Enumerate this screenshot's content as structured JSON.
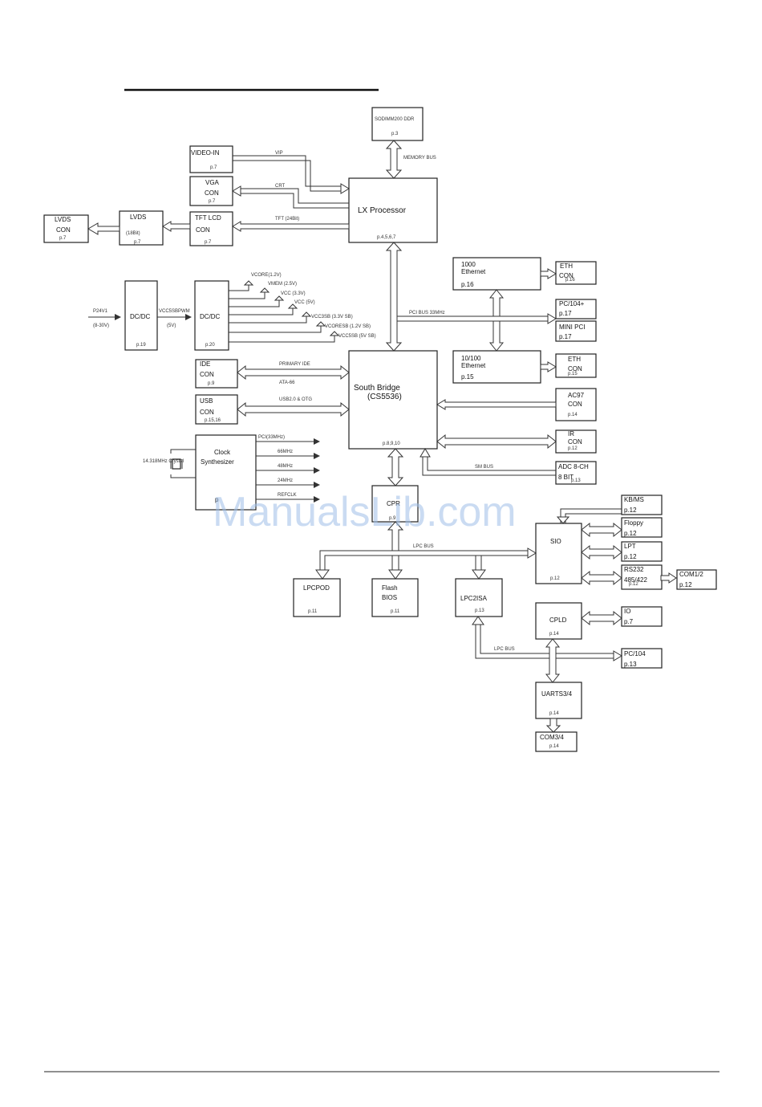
{
  "blocks": {
    "sodimm": {
      "name": "SODIMM200 DDR",
      "page": "p.3"
    },
    "video_in": {
      "name": "VIDEO-IN",
      "page": "p.7"
    },
    "vga": {
      "name": "VGA",
      "sub": "CON",
      "page": "p.7"
    },
    "tft_lcd": {
      "name": "TFT LCD",
      "sub": "CON",
      "page": "p.7"
    },
    "lvds": {
      "name": "LVDS",
      "sub": "(18Bit)",
      "page": "p.7"
    },
    "lvds_con": {
      "name": "LVDS",
      "sub": "CON",
      "page": "p.7"
    },
    "lx": {
      "name": "LX Processor",
      "page": "p.4,5,6,7"
    },
    "eth1000": {
      "name": "1000",
      "sub": "Ethernet",
      "page": "p.16"
    },
    "eth_con1": {
      "name": "ETH",
      "sub": "CON",
      "page": "p.16"
    },
    "pc104plus": {
      "name": "PC/104+",
      "page": "p.17"
    },
    "minipci": {
      "name": "MINI PCI",
      "page": "p.17"
    },
    "eth10100": {
      "name": "10/100",
      "sub": "Ethernet",
      "page": "p.15"
    },
    "eth_con2": {
      "name": "ETH",
      "sub": "CON",
      "page": "p.15"
    },
    "dcdc1": {
      "name": "DC/DC",
      "page": "p.19"
    },
    "dcdc2": {
      "name": "DC/DC",
      "page": "p.20"
    },
    "south": {
      "name": "South Bridge",
      "sub": "(CS5536)",
      "page": "p.8,9,10"
    },
    "ide": {
      "name": "IDE",
      "sub": "CON",
      "page": "p.9"
    },
    "usb": {
      "name": "USB",
      "sub": "CON",
      "page": "p.15,16"
    },
    "ac97": {
      "name": "AC97",
      "sub": "CON",
      "page": "p.14"
    },
    "ir": {
      "name": "IR",
      "sub": "CON",
      "page": "p.12"
    },
    "adc": {
      "name": "ADC 8-CH",
      "sub": "8 BIT",
      "page": "p.13"
    },
    "clock": {
      "name": "Clock",
      "sub": "Synthesizer",
      "page": "p"
    },
    "cpr": {
      "name": "CPR",
      "page": "p.9"
    },
    "kbms": {
      "name": "KB/MS",
      "page": "p.12"
    },
    "floppy": {
      "name": "Floppy",
      "page": "p.12"
    },
    "lpt": {
      "name": "LPT",
      "page": "p.12"
    },
    "rs232": {
      "name": "RS232",
      "sub": "485/422",
      "page": "p.12"
    },
    "com12": {
      "name": "COM1/2",
      "page": "p.12"
    },
    "sio": {
      "name": "SIO",
      "page": "p.12"
    },
    "lpcpod": {
      "name": "LPCPOD",
      "page": "p.11"
    },
    "flash": {
      "name": "Flash",
      "sub": "BIOS",
      "page": "p.11"
    },
    "lpc2isa": {
      "name": "LPC2ISA",
      "page": "p.13"
    },
    "cpld": {
      "name": "CPLD",
      "page": "p.14"
    },
    "io": {
      "name": "IO",
      "page": "p.7"
    },
    "pc104": {
      "name": "PC/104",
      "page": "p.13"
    },
    "uarts": {
      "name": "UARTS3/4",
      "page": "p.14"
    },
    "com34": {
      "name": "COM3/4",
      "page": "p.14"
    }
  },
  "signals": {
    "memory_bus": "MEMORY BUS",
    "vip": "VIP",
    "crt": "CRT",
    "tft": "TFT  (24Bit)",
    "pci_bus": "PCI BUS 33MHz",
    "primary_ide": "PRIMARY IDE",
    "ata66": "ATA-66",
    "usb": "USB2.0 & OTG",
    "sm_bus": "SM BUS",
    "lpc_bus": "LPC BUS",
    "lpc_bus2": "LPC BUS",
    "p24v1": "P24V1",
    "p24v1_range": "(8-30V)",
    "vcc5sbpwm": "VCC5SBPWM",
    "v5": "(5V)",
    "crystal": "14.318MHz Crystal"
  },
  "rails": [
    "VCORE(1.2V)",
    "VMEM (2.5V)",
    "VCC (3.3V)",
    "VCC (5V)",
    "VCC3SB (3.3V SB)",
    "VCORESB (1.2V SB)",
    "VCC5SB (5V SB)"
  ],
  "clocks": [
    "PCI(33MHz)",
    "66MHz",
    "48MHz",
    "24MHz",
    "REFCLK"
  ],
  "watermark": "ManualsLib.com"
}
